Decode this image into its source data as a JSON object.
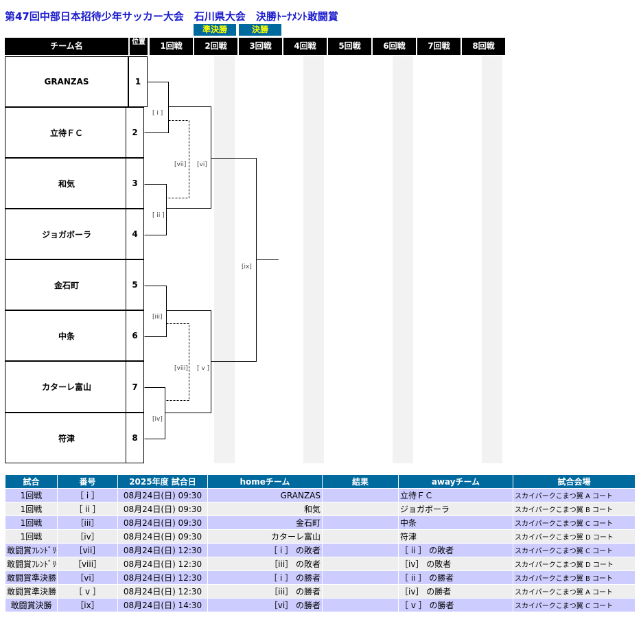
{
  "title": "第47回中部日本招待少年サッカー大会　石川県大会　決勝ﾄｰﾅﾒﾝﾄ敢闘賞",
  "round_badges": [
    "準決勝",
    "決勝"
  ],
  "header": {
    "team_col": "チーム名",
    "pos_col": "位置",
    "rounds": [
      "1回戦",
      "2回戦",
      "3回戦",
      "4回戦",
      "5回戦",
      "6回戦",
      "7回戦",
      "8回戦"
    ]
  },
  "teams": [
    {
      "name": "GRANZAS",
      "pos": "1"
    },
    {
      "name": "立待ＦＣ",
      "pos": "2"
    },
    {
      "name": "和気",
      "pos": "3"
    },
    {
      "name": "ジョガボーラ",
      "pos": "4"
    },
    {
      "name": "金石町",
      "pos": "5"
    },
    {
      "name": "中条",
      "pos": "6"
    },
    {
      "name": "カターレ富山",
      "pos": "7"
    },
    {
      "name": "符津",
      "pos": "8"
    }
  ],
  "bracket_labels": [
    "[ i ]",
    "[ ii ]",
    "[iii]",
    "[iv]",
    "[vii]",
    "[viii]",
    "[vi]",
    "[ v ]",
    "[ix]"
  ],
  "schedule": {
    "headers": [
      "試合",
      "番号",
      "2025年度 試合日",
      "homeチーム",
      "結果",
      "awayチーム",
      "試合会場"
    ],
    "rows": [
      {
        "match": "1回戦",
        "no": "［ i ］",
        "date": "08月24日(日) 09:30",
        "home": "GRANZAS",
        "result": "",
        "away": "立待ＦＣ",
        "venue": "スカイパークこまつ翼 A コート"
      },
      {
        "match": "1回戦",
        "no": "［ ii ］",
        "date": "08月24日(日) 09:30",
        "home": "和気",
        "result": "",
        "away": "ジョガボーラ",
        "venue": "スカイパークこまつ翼 B コート"
      },
      {
        "match": "1回戦",
        "no": "［iii］",
        "date": "08月24日(日) 09:30",
        "home": "金石町",
        "result": "",
        "away": "中条",
        "venue": "スカイパークこまつ翼 C コート"
      },
      {
        "match": "1回戦",
        "no": "［iv］",
        "date": "08月24日(日) 09:30",
        "home": "カターレ富山",
        "result": "",
        "away": "符津",
        "venue": "スカイパークこまつ翼 D コート"
      },
      {
        "match": "敢闘賞ﾌﾚﾝﾄﾞﾘｰ",
        "no": "［vii］",
        "date": "08月24日(日) 12:30",
        "home": "［ i ］ の敗者",
        "result": "",
        "away": "［ ii ］ の敗者",
        "venue": "スカイパークこまつ翼 C コート"
      },
      {
        "match": "敢闘賞ﾌﾚﾝﾄﾞﾘｰ",
        "no": "［viii］",
        "date": "08月24日(日) 12:30",
        "home": "［iii］ の敗者",
        "result": "",
        "away": "［iv］ の敗者",
        "venue": "スカイパークこまつ翼 D コート"
      },
      {
        "match": "敢闘賞準決勝",
        "no": "［vi］",
        "date": "08月24日(日) 12:30",
        "home": "［ i ］ の勝者",
        "result": "",
        "away": "［ ii ］ の勝者",
        "venue": "スカイパークこまつ翼 B コート"
      },
      {
        "match": "敢闘賞準決勝",
        "no": "［ v ］",
        "date": "08月24日(日) 12:30",
        "home": "［iii］ の勝者",
        "result": "",
        "away": "［iv］ の勝者",
        "venue": "スカイパークこまつ翼 A コート"
      },
      {
        "match": "敢闘賞決勝",
        "no": "［ix］",
        "date": "08月24日(日) 14:30",
        "home": "［vi］ の勝者",
        "result": "",
        "away": "［ v ］ の勝者",
        "venue": "スカイパークこまつ翼 C コート"
      }
    ]
  }
}
